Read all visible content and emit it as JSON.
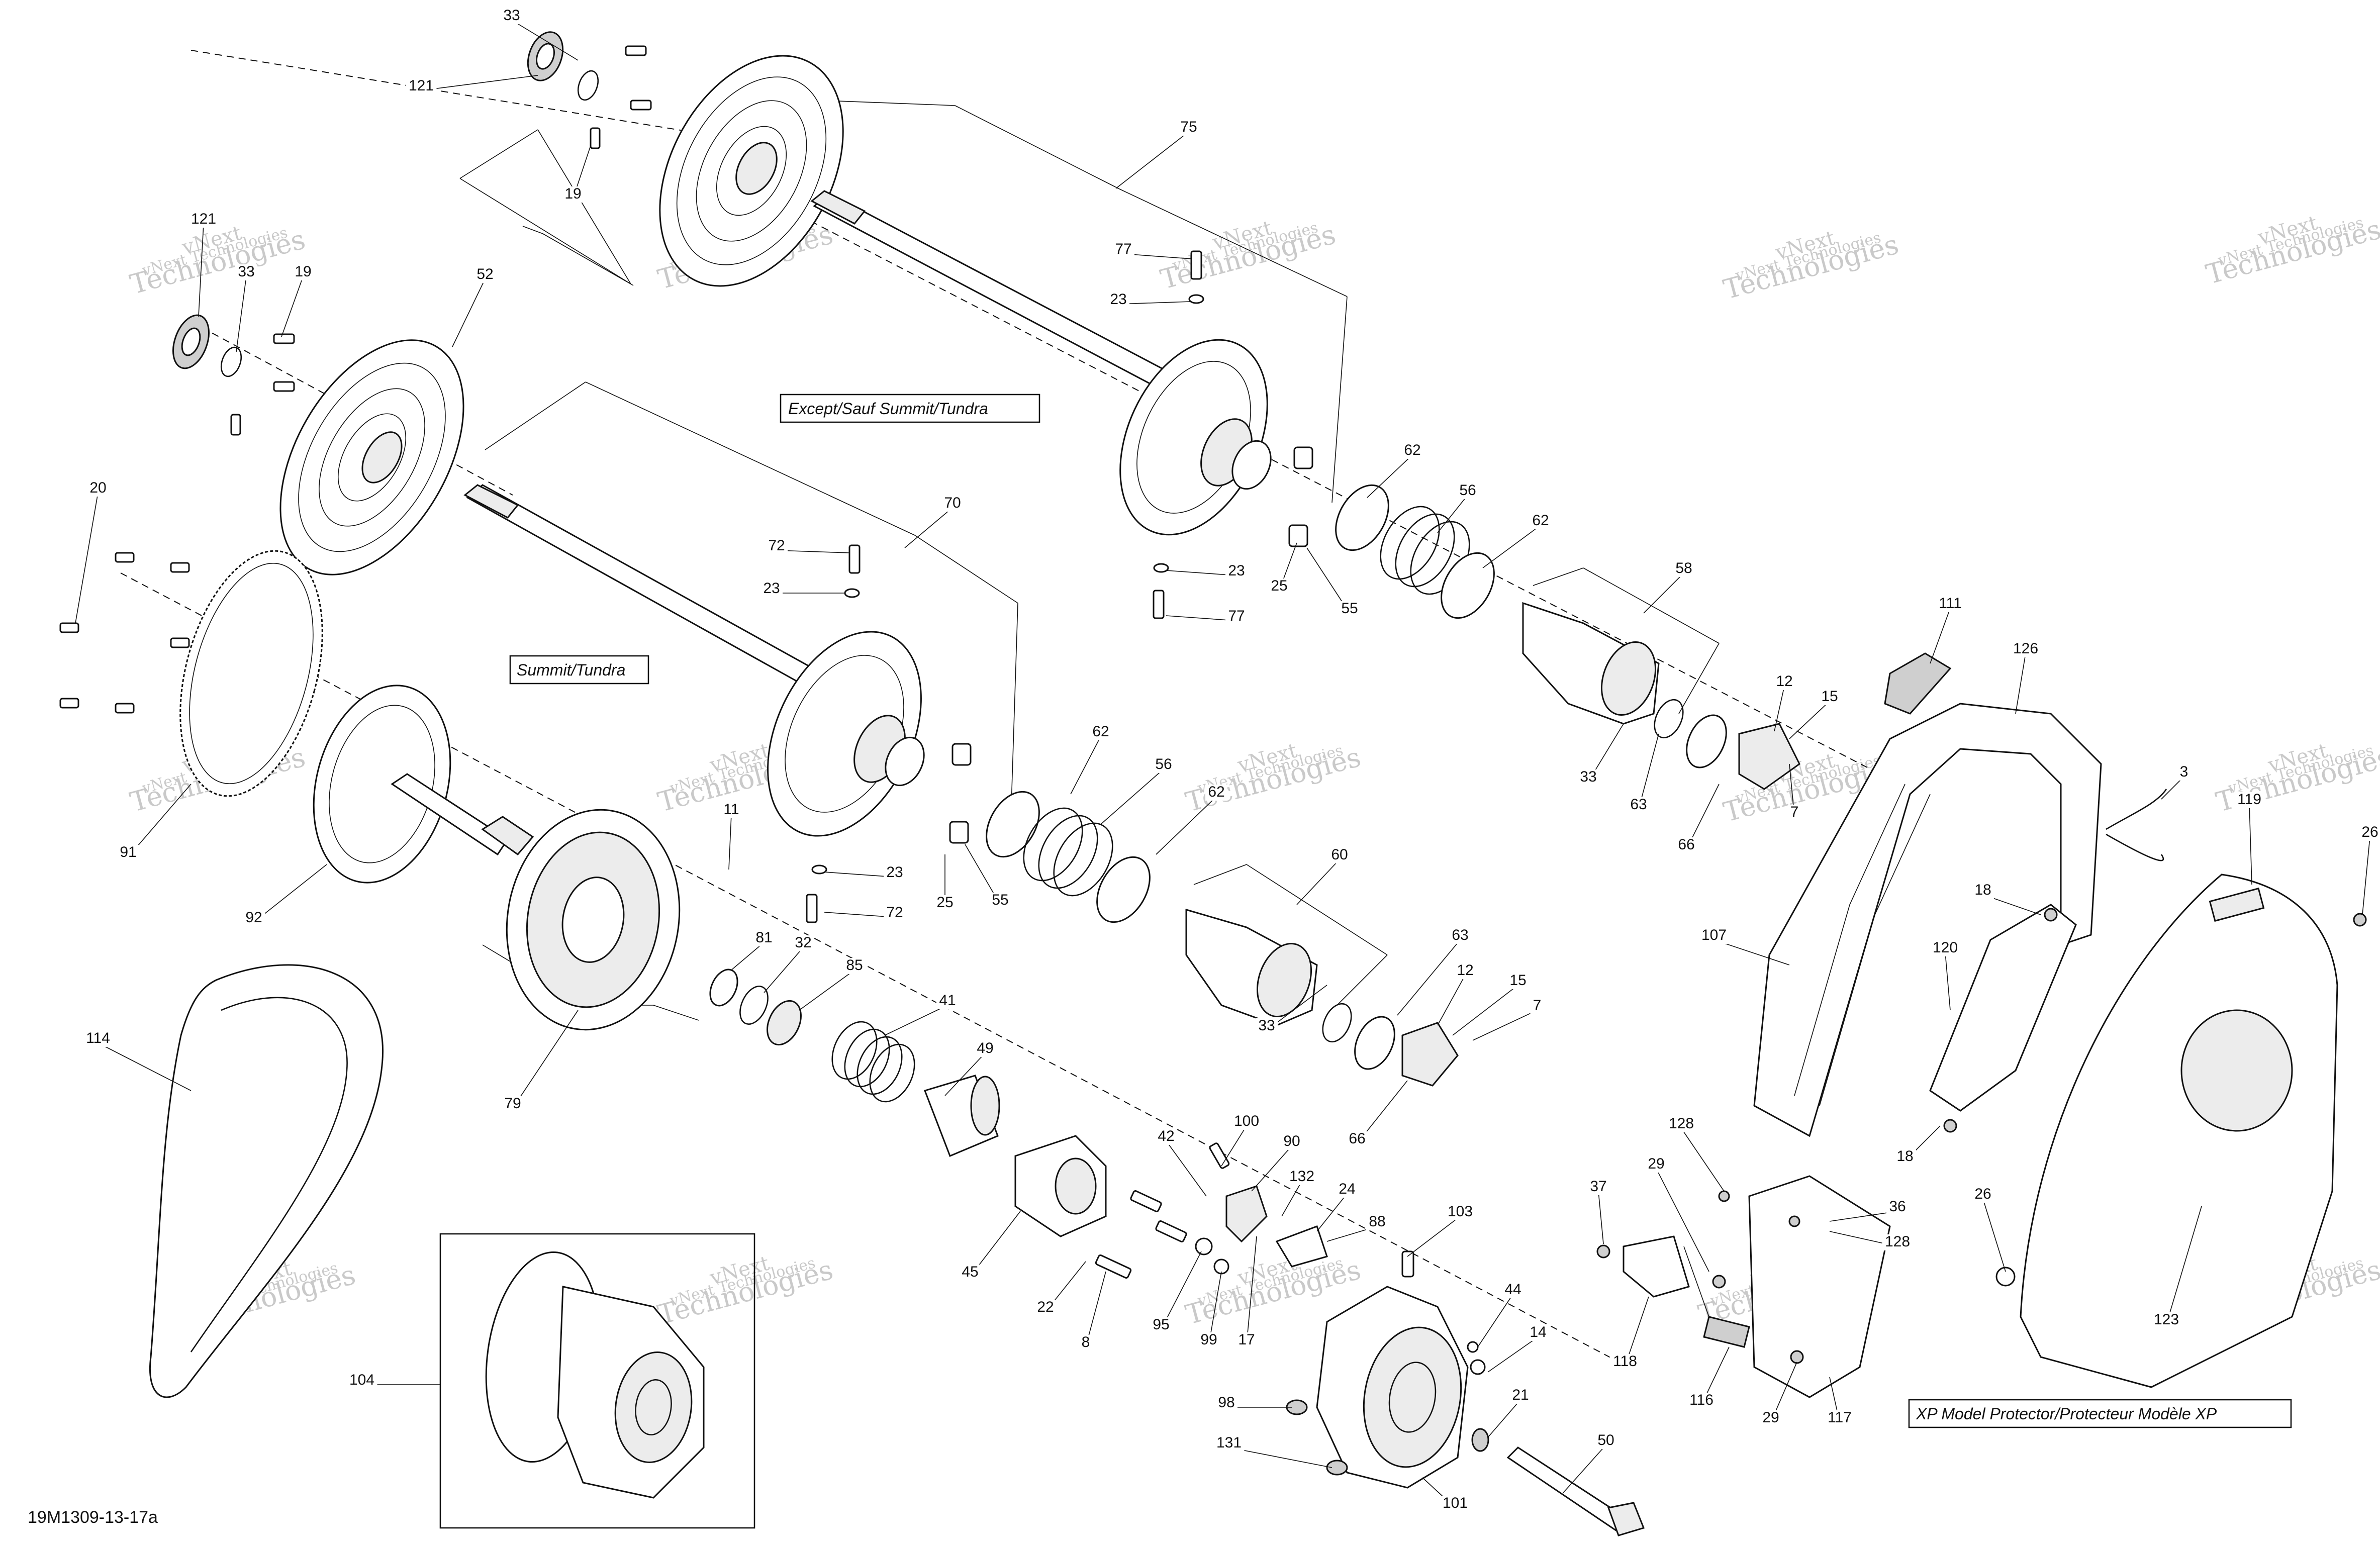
{
  "diagram_id": "19M1309-13-17a",
  "group_labels": {
    "except_summit": "Except/Sauf Summit/Tundra",
    "summit": "Summit/Tundra",
    "xp_protector": "XP Model Protector/Protecteur Modèle XP"
  },
  "watermark": {
    "line1": "vNext",
    "line2": "Technologies",
    "combined": "vNext Technologies"
  },
  "callouts": [
    "121",
    "33",
    "19",
    "121",
    "33",
    "19",
    "52",
    "75",
    "77",
    "23",
    "20",
    "72",
    "23",
    "70",
    "62",
    "56",
    "62",
    "58",
    "25",
    "55",
    "23",
    "77",
    "12",
    "15",
    "111",
    "126",
    "33",
    "63",
    "7",
    "66",
    "3",
    "91",
    "92",
    "62",
    "56",
    "62",
    "60",
    "11",
    "81",
    "32",
    "85",
    "25",
    "55",
    "23",
    "72",
    "119",
    "26",
    "18",
    "107",
    "120",
    "63",
    "12",
    "15",
    "7",
    "114",
    "33",
    "66",
    "41",
    "49",
    "79",
    "100",
    "42",
    "90",
    "132",
    "24",
    "88",
    "103",
    "128",
    "29",
    "36",
    "128",
    "37",
    "45",
    "22",
    "8",
    "95",
    "99",
    "17",
    "44",
    "14",
    "26",
    "123",
    "118",
    "18",
    "116",
    "29",
    "117",
    "104",
    "98",
    "131",
    "21",
    "50",
    "101"
  ]
}
